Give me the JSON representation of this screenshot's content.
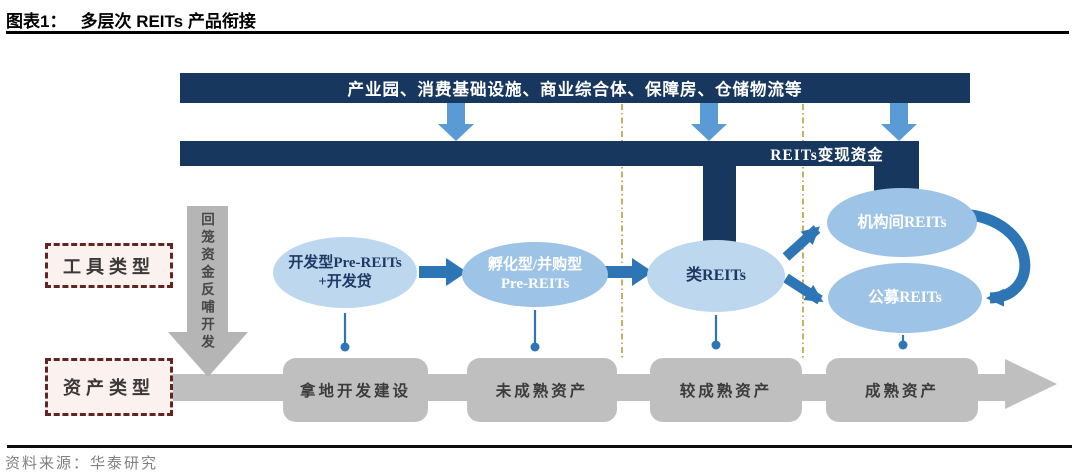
{
  "header": {
    "figure_label": "图表1：",
    "figure_title": "多层次 REITs 产品衔接"
  },
  "flow": {
    "top_bar_label": "产业园、消费基础设施、商业综合体、保障房、仓储物流等",
    "funds_bar_label": "REITs变现资金",
    "recycle_arrow_label": "回笼资金反哺开发"
  },
  "row_labels": {
    "tools": "工具类型",
    "assets": "资产类型"
  },
  "tools": {
    "dev_pre_reits": {
      "line1": "开发型Pre-REITs",
      "line2": "+开发贷"
    },
    "incubator_pre_reits": {
      "line1": "孵化型/并购型",
      "line2": "Pre-REITs"
    },
    "quasi_reits": {
      "label": "类REITs"
    },
    "institutional_reits": {
      "label": "机构间REITs"
    },
    "public_reits": {
      "label": "公募REITs"
    }
  },
  "assets": [
    {
      "label": "拿地开发建设"
    },
    {
      "label": "未成熟资产"
    },
    {
      "label": "较成熟资产"
    },
    {
      "label": "成熟资产"
    }
  ],
  "footer": {
    "source": "资料来源：华泰研究"
  },
  "colors": {
    "navy": "#17375E",
    "arrow_blue": "#2E75B6",
    "down_arrow_blue": "#5B9BD5",
    "ellipse_light": "#BDD7EE",
    "ellipse_medium": "#9DC3E6",
    "gray_box": "#BFBFBF",
    "gray_arrow": "#B5B5B5",
    "dashed_border_red": "#632423",
    "guide_line_gold": "#B18E1F",
    "text_navy": "#1F3864"
  }
}
